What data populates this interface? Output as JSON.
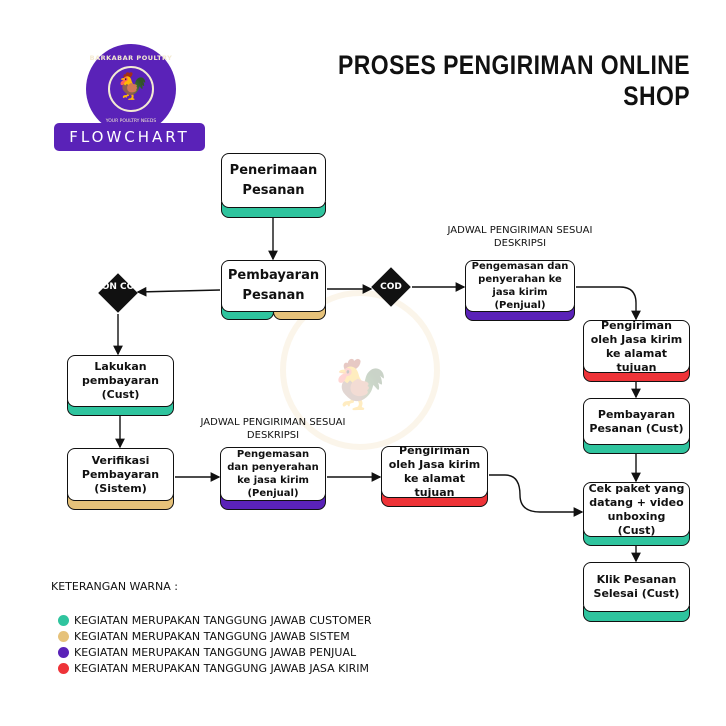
{
  "title": [
    "PROSES PENGIRIMAN ONLINE",
    "SHOP"
  ],
  "logo": {
    "name": "BARKABAR POULTRY",
    "tagline": "YOUR POULTRY NEEDS",
    "badge": "FLOWCHART"
  },
  "colors": {
    "customer": "#2fc49e",
    "sistem": "#e6c27a",
    "penjual": "#5a22b8",
    "jasa_kirim": "#ee3338"
  },
  "nodes": {
    "penerimaan": "Penerimaan Pesanan",
    "pembayaran": "Pembayaran Pesanan",
    "noncod": "NON COD",
    "cod": "COD",
    "pengemasan1": "Pengemasan dan penyerahan ke jasa kirim (Penjual)",
    "jadwal1": "JADWAL PENGIRIMAN SESUAI DESKRIPSI",
    "pengiriman1": "Pengiriman oleh Jasa kirim ke alamat tujuan",
    "bayar_cust": "Pembayaran Pesanan (Cust)",
    "cek": "Cek paket yang datang + video unboxing (Cust)",
    "klik": "Klik Pesanan Selesai (Cust)",
    "lakukan": "Lakukan pembayaran (Cust)",
    "verifikasi": "Verifikasi Pembayaran (Sistem)",
    "pengemasan2": "Pengemasan dan penyerahan ke jasa kirim (Penjual)",
    "jadwal2": "JADWAL PENGIRIMAN SESUAI DESKRIPSI",
    "pengiriman2": "Pengiriman oleh Jasa kirim ke alamat tujuan"
  },
  "legend": {
    "title": "KETERANGAN WARNA :",
    "items": [
      "KEGIATAN MERUPAKAN TANGGUNG JAWAB CUSTOMER",
      "KEGIATAN MERUPAKAN TANGGUNG JAWAB SISTEM",
      "KEGIATAN MERUPAKAN TANGGUNG JAWAB PENJUAL",
      "KEGIATAN MERUPAKAN TANGGUNG JAWAB JASA KIRIM"
    ]
  }
}
